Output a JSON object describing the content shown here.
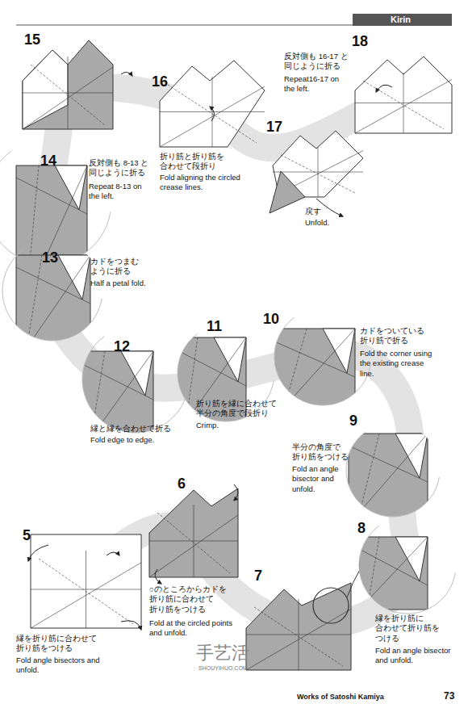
{
  "diagram": {
    "title": "Kirin",
    "labels": [
      "15",
      "16",
      "反対側も 16-17 と 同じように折る",
      "Repeat16-17 on the left.",
      "18",
      "17",
      "14",
      "反対側も 8-13 と 同じように折る",
      "Repeat 8-13 on the left.",
      "折り筋と折り筋を 合わせて段折り",
      "Fold aligning the circled crease lines.",
      "戻す",
      "Unfold.",
      "13",
      "カドをつまむ ように折る",
      "Half a petal fold.",
      "10",
      "カドをついている 折り筋で折る",
      "Fold the corner using the existing crease line.",
      "11",
      "12",
      "縁と縁を合わせて折る",
      "Fold edge to edge.",
      "折り筋を縁に合わせて 半分の角度で段折り",
      "Crimp.",
      "9",
      "半分の角度で 折り筋をつける",
      "Fold an angle bisector and unfold.",
      "5",
      "6",
      "8",
      "7",
      "○のところからカドを 折り筋に合わせて 折り筋をつける",
      "Fold at the circled points and unfold.",
      "縁を折り筋に 合わせて折り筋を つける",
      "Fold an angle bisector and unfold.",
      "縁を折り筋に合わせて 折り筋をつける",
      "Fold angle bisectors and unfold.",
      "手艺活",
      "SHOUYIHUO.COM",
      "Works of Satoshi Kamiya",
      "73"
    ]
  }
}
